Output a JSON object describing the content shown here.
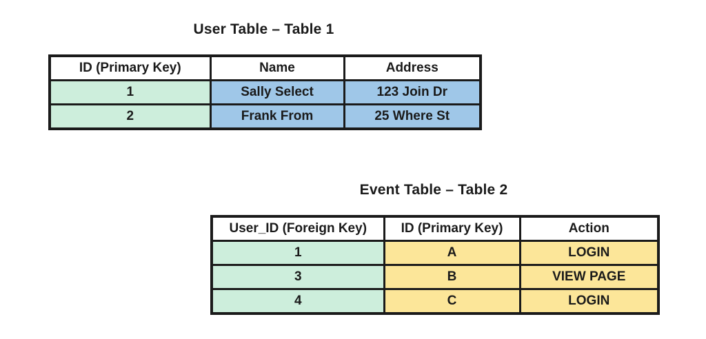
{
  "colors": {
    "primary_key_green": "#cdeedc",
    "user_data_blue": "#9fc7e8",
    "event_data_yellow": "#fce699",
    "border_black": "#1a1a1a",
    "header_white": "#ffffff"
  },
  "tables": [
    {
      "name": "user-table",
      "title": "User Table – Table 1",
      "headers": [
        "ID (Primary Key)",
        "Name",
        "Address"
      ],
      "rows": [
        [
          "1",
          "Sally Select",
          "123 Join Dr"
        ],
        [
          "2",
          "Frank From",
          "25 Where St"
        ]
      ]
    },
    {
      "name": "event-table",
      "title": "Event Table – Table 2",
      "headers": [
        "User_ID (Foreign Key)",
        "ID (Primary Key)",
        "Action"
      ],
      "rows": [
        [
          "1",
          "A",
          "LOGIN"
        ],
        [
          "3",
          "B",
          "VIEW PAGE"
        ],
        [
          "4",
          "C",
          "LOGIN"
        ]
      ]
    }
  ]
}
